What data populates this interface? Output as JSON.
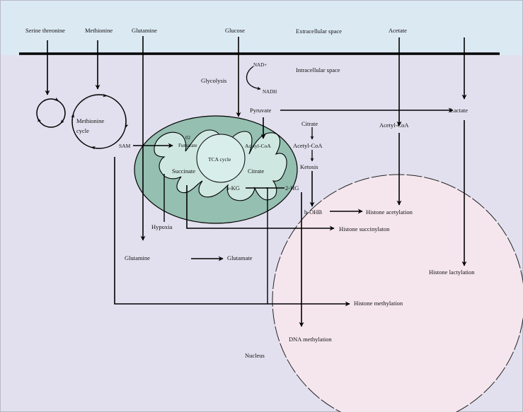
{
  "regions": {
    "extracellular": "Extracellular space",
    "intracellular": "Intracellular space",
    "nucleus": "Nucleus"
  },
  "inputs": {
    "serine_threonine": "Serine threonine",
    "methionine": "Methionine",
    "glutamine": "Glutamine",
    "glucose": "Glucose",
    "acetate": "Acetate"
  },
  "cytoplasm": {
    "glycolysis": "Glycolysis",
    "nad_plus": "NAD+",
    "nadh": "NADH",
    "pyruvate": "Pyruvate",
    "lactate": "Lactate",
    "methionine_cycle": "Methionine",
    "methionine_cycle_line2": "cycle",
    "sam": "SAM",
    "citrate": "Citrate",
    "acetyl_coa_cyto": "Acetyl-CoA",
    "ketosis": "Ketosis",
    "acetyl_coa_acetate": "Acetyl-CoA",
    "b_ohb": "b-OHB",
    "hypoxia": "Hypoxia",
    "glutamine_inner": "Glutamine",
    "glutamate": "Glutamate",
    "two_hg": "2-HG"
  },
  "mitochondrion": {
    "o2": "02",
    "fumarate": "Fumarate",
    "acetyl_coa": "Acetyl-CoA",
    "tca_cycle": "TCA cycle",
    "succinate": "Succinate",
    "citrate": "Citrate",
    "a_kg": "a-KG"
  },
  "outputs": {
    "histone_acetylation": "Histone acetylation",
    "histone_succinylation": "Histone succinylaton",
    "histone_lactylation": "Histone lactylation",
    "histone_methylation": "Histone methylation",
    "dna_methylation": "DNA methylation"
  },
  "colors": {
    "extracellular_bg": "#dbe9f3",
    "intracellular_bg": "#e2e0ee",
    "nucleus_fill": "#f5e6ee",
    "mito_outer": "#95bfb0",
    "mito_inner": "#cfe7e1",
    "tca_fill": "#d7eeea"
  }
}
